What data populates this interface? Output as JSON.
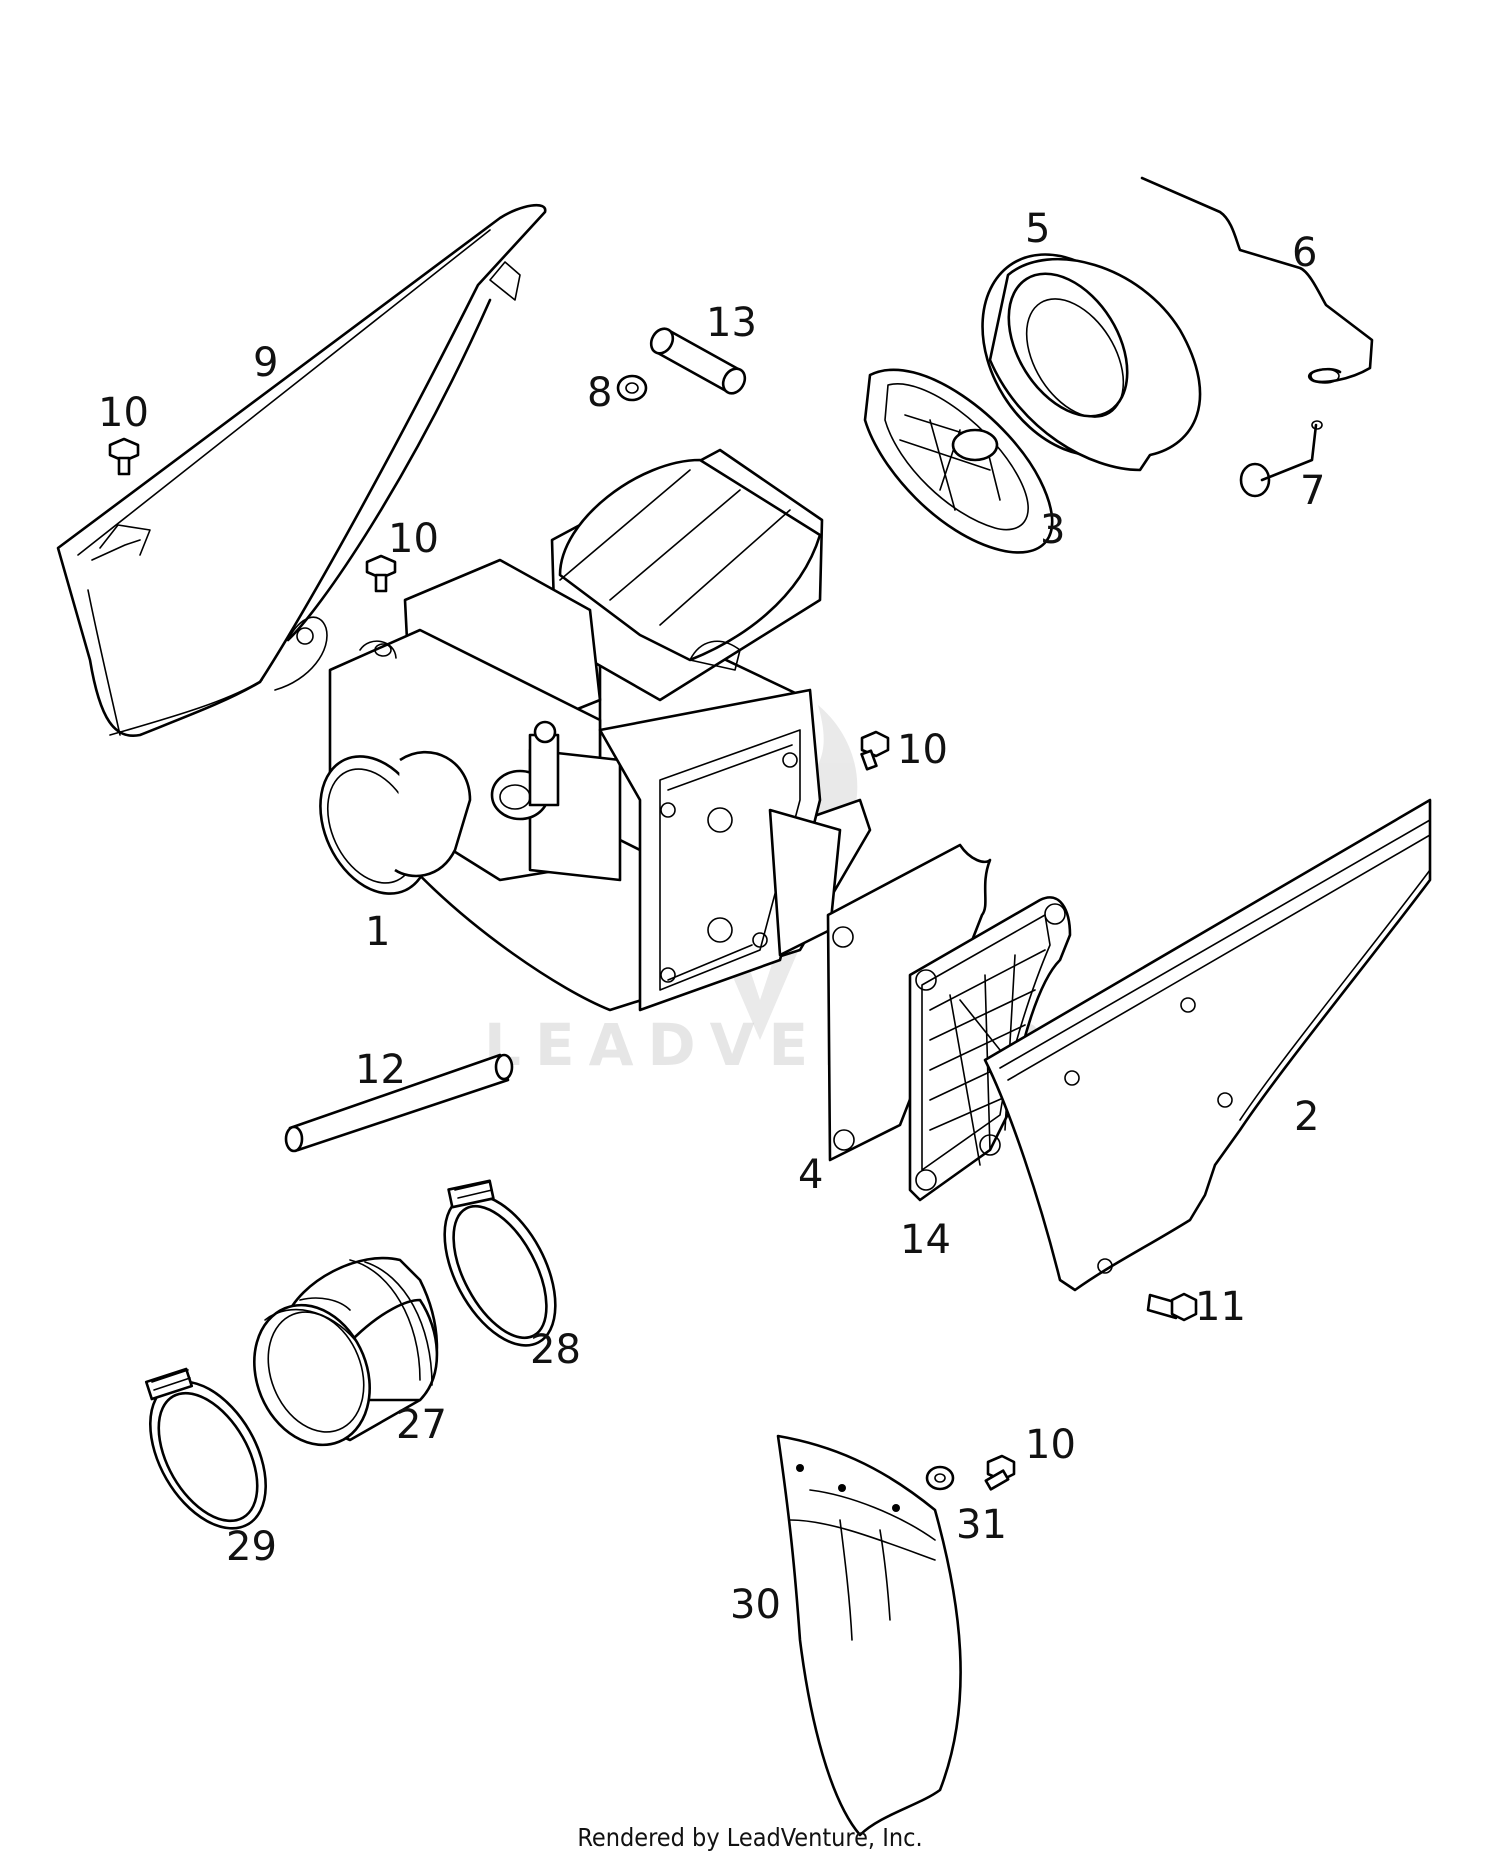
{
  "diagram": {
    "callouts": {
      "p1": "1",
      "p2": "2",
      "p3": "3",
      "p4": "4",
      "p5": "5",
      "p6": "6",
      "p7": "7",
      "p8": "8",
      "p9": "9",
      "p10": "10",
      "p11": "11",
      "p12": "12",
      "p13": "13",
      "p14": "14",
      "p27": "27",
      "p28": "28",
      "p29": "29",
      "p30": "30",
      "p31": "31"
    },
    "watermark": "LEADVENTURE",
    "footer": "Rendered by LeadVenture, Inc."
  }
}
